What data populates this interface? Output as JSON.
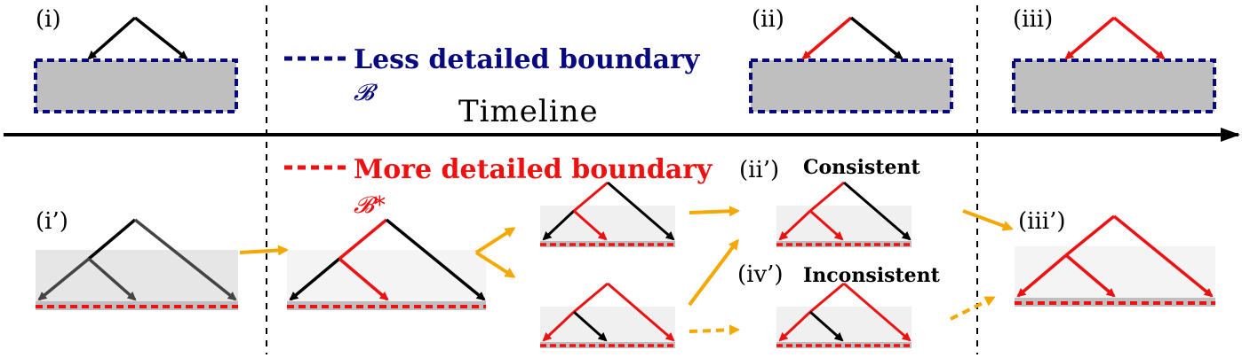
{
  "labels": {
    "i": "(i)",
    "ii": "(ii)",
    "iii": "(iii)",
    "i_prime": "(i’)",
    "ii_prime": "(ii’)",
    "iii_prime": "(iii’)",
    "iv_prime": "(iv’)"
  },
  "legend": {
    "less_detailed": "Less detailed boundary",
    "less_symbol": "𝓑",
    "more_detailed": "More detailed boundary",
    "more_symbol": "𝓑*"
  },
  "timeline": {
    "label": "Timeline"
  },
  "states": {
    "consistent": "Consistent",
    "inconsistent": "Inconsistent"
  },
  "colors": {
    "navy": "#0a0a80",
    "red": "#ee1111",
    "orange": "#f5a800",
    "black": "#000000",
    "dark_gray": "#444444",
    "box_gray": "#bfbfbf",
    "light_gray": "#e6e6e6",
    "faint_gray": "#f4f4f4"
  }
}
